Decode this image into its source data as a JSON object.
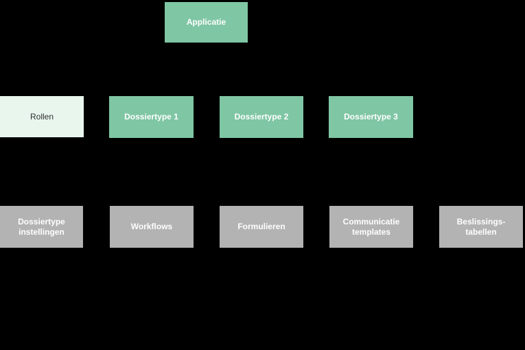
{
  "diagram": {
    "background_color": "#000000",
    "colors": {
      "green_fill": "#7fc6a4",
      "pale_fill": "#e8f6ee",
      "gray_fill": "#b3b3b3",
      "light_label": "#ffffff",
      "dark_label": "#2e2e2e"
    },
    "nodes": [
      {
        "id": "applicatie",
        "label": "Applicatie",
        "variant": "green",
        "row": 1
      },
      {
        "id": "rollen",
        "label": "Rollen",
        "variant": "pale",
        "row": 2
      },
      {
        "id": "dossiertype-1",
        "label": "Dossiertype 1",
        "variant": "green",
        "row": 2
      },
      {
        "id": "dossiertype-2",
        "label": "Dossiertype 2",
        "variant": "green",
        "row": 2
      },
      {
        "id": "dossiertype-3",
        "label": "Dossiertype 3",
        "variant": "green",
        "row": 2
      },
      {
        "id": "dossiertype-instellingen",
        "label": "Dossiertype\ninstellingen",
        "variant": "gray",
        "row": 3
      },
      {
        "id": "workflows",
        "label": "Workflows",
        "variant": "gray",
        "row": 3
      },
      {
        "id": "formulieren",
        "label": "Formulieren",
        "variant": "gray",
        "row": 3
      },
      {
        "id": "communicatie-templates",
        "label": "Communicatie\ntemplates",
        "variant": "gray",
        "row": 3
      },
      {
        "id": "beslissings-tabellen",
        "label": "Beslissings-\ntabellen",
        "variant": "gray",
        "row": 3
      }
    ]
  }
}
